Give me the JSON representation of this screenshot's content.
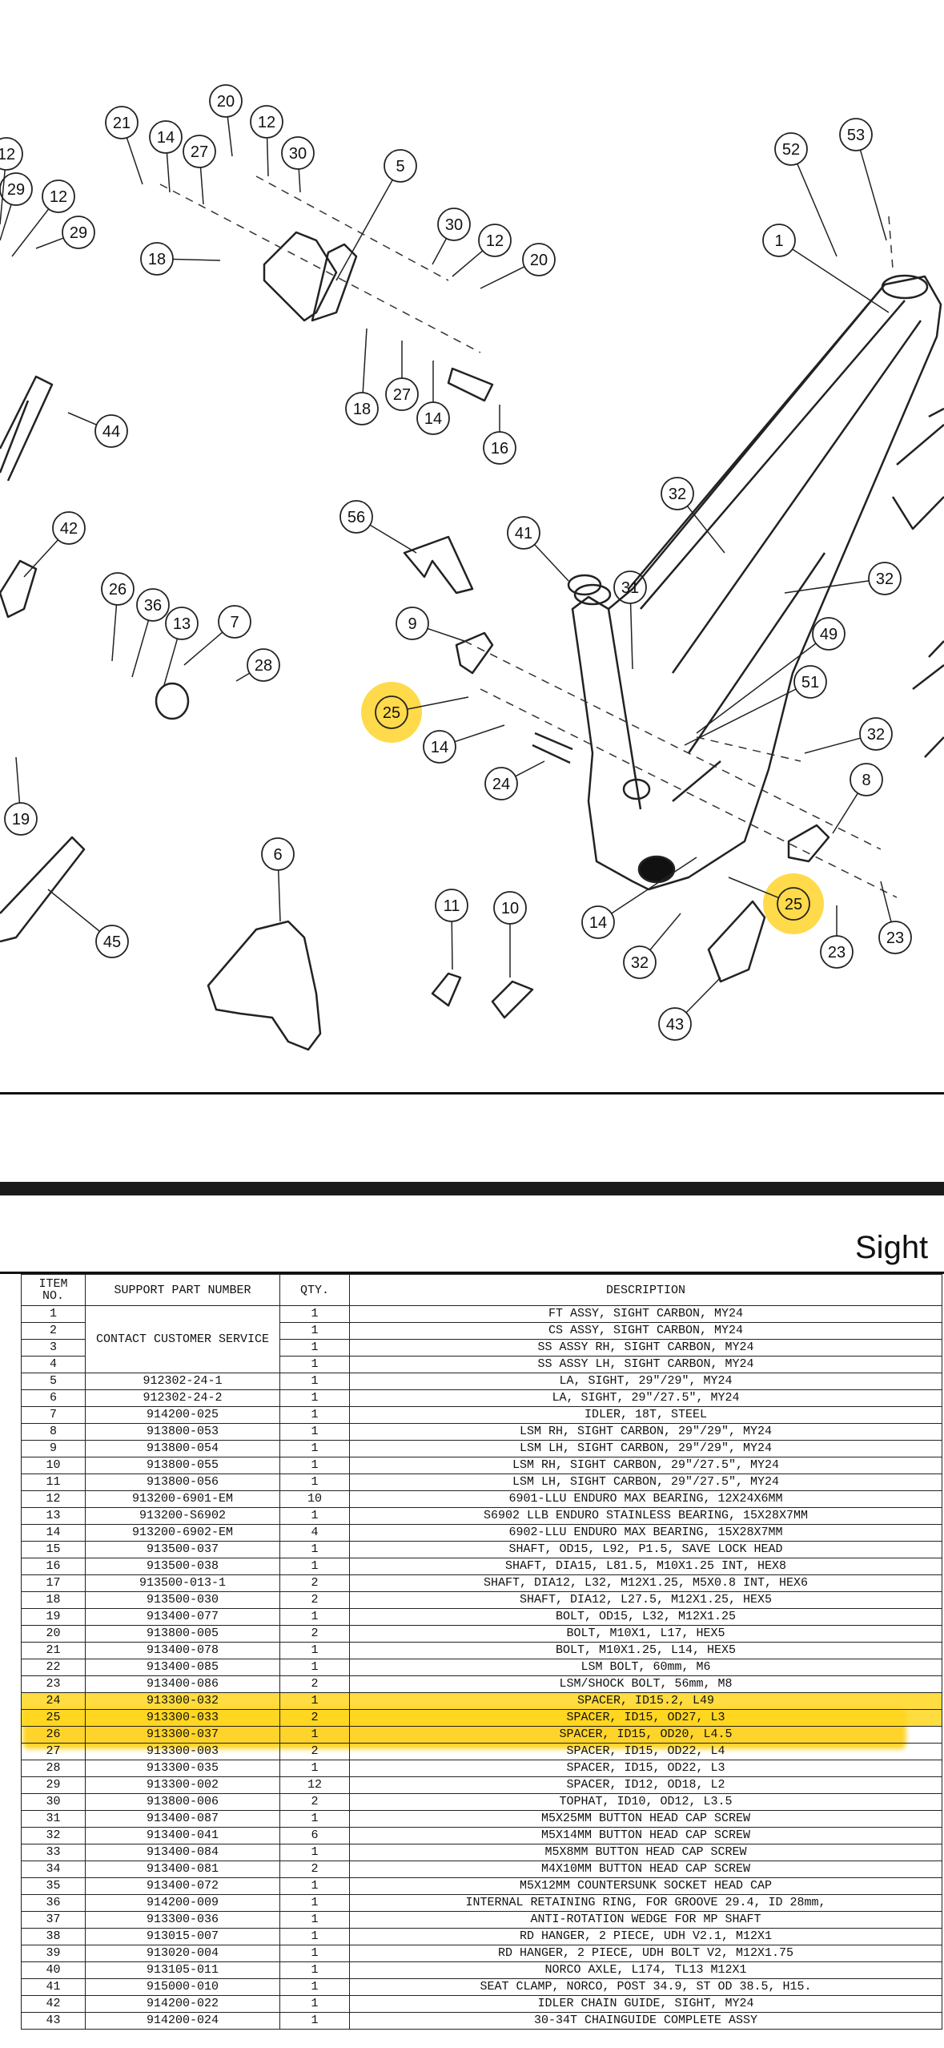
{
  "document": {
    "title": "Sight",
    "highlight_color": "#FFD42A"
  },
  "callouts": [
    "12",
    "21",
    "14",
    "27",
    "20",
    "12",
    "30",
    "5",
    "29",
    "12",
    "29",
    "30",
    "12",
    "20",
    "18",
    "18",
    "27",
    "14",
    "16",
    "44",
    "52",
    "53",
    "1",
    "42",
    "56",
    "41",
    "32",
    "32",
    "31",
    "26",
    "36",
    "13",
    "7",
    "28",
    "9",
    "49",
    "51",
    "25",
    "14",
    "24",
    "32",
    "8",
    "19",
    "6",
    "11",
    "10",
    "14",
    "25",
    "23",
    "23",
    "32",
    "45",
    "43"
  ],
  "table": {
    "headers": {
      "item": "ITEM NO.",
      "part": "SUPPORT PART NUMBER",
      "qty": "QTY.",
      "desc": "DESCRIPTION"
    },
    "merged_part_label": "CONTACT CUSTOMER SERVICE",
    "rows": [
      {
        "item": "1",
        "part": "",
        "qty": "1",
        "desc": "FT ASSY, SIGHT CARBON, MY24"
      },
      {
        "item": "2",
        "part": "",
        "qty": "1",
        "desc": "CS ASSY, SIGHT CARBON, MY24"
      },
      {
        "item": "3",
        "part": "",
        "qty": "1",
        "desc": "SS ASSY RH, SIGHT CARBON, MY24"
      },
      {
        "item": "4",
        "part": "",
        "qty": "1",
        "desc": "SS ASSY LH, SIGHT CARBON, MY24"
      },
      {
        "item": "5",
        "part": "912302-24-1",
        "qty": "1",
        "desc": "LA, SIGHT, 29\"/29\", MY24"
      },
      {
        "item": "6",
        "part": "912302-24-2",
        "qty": "1",
        "desc": "LA, SIGHT, 29\"/27.5\", MY24"
      },
      {
        "item": "7",
        "part": "914200-025",
        "qty": "1",
        "desc": "IDLER, 18T, STEEL"
      },
      {
        "item": "8",
        "part": "913800-053",
        "qty": "1",
        "desc": "LSM RH, SIGHT CARBON, 29\"/29\", MY24"
      },
      {
        "item": "9",
        "part": "913800-054",
        "qty": "1",
        "desc": "LSM LH, SIGHT CARBON, 29\"/29\", MY24"
      },
      {
        "item": "10",
        "part": "913800-055",
        "qty": "1",
        "desc": "LSM RH, SIGHT CARBON, 29\"/27.5\", MY24"
      },
      {
        "item": "11",
        "part": "913800-056",
        "qty": "1",
        "desc": "LSM LH, SIGHT CARBON, 29\"/27.5\", MY24"
      },
      {
        "item": "12",
        "part": "913200-6901-EM",
        "qty": "10",
        "desc": "6901-LLU ENDURO MAX BEARING, 12X24X6MM"
      },
      {
        "item": "13",
        "part": "913200-S6902",
        "qty": "1",
        "desc": "S6902 LLB ENDURO STAINLESS BEARING, 15X28X7MM"
      },
      {
        "item": "14",
        "part": "913200-6902-EM",
        "qty": "4",
        "desc": "6902-LLU ENDURO MAX BEARING, 15X28X7MM"
      },
      {
        "item": "15",
        "part": "913500-037",
        "qty": "1",
        "desc": "SHAFT, OD15, L92, P1.5, SAVE LOCK HEAD"
      },
      {
        "item": "16",
        "part": "913500-038",
        "qty": "1",
        "desc": "SHAFT, DIA15, L81.5, M10X1.25 INT, HEX8"
      },
      {
        "item": "17",
        "part": "913500-013-1",
        "qty": "2",
        "desc": "SHAFT, DIA12, L32, M12X1.25, M5X0.8 INT, HEX6"
      },
      {
        "item": "18",
        "part": "913500-030",
        "qty": "2",
        "desc": "SHAFT, DIA12, L27.5, M12X1.25, HEX5"
      },
      {
        "item": "19",
        "part": "913400-077",
        "qty": "1",
        "desc": "BOLT, OD15, L32, M12X1.25"
      },
      {
        "item": "20",
        "part": "913800-005",
        "qty": "2",
        "desc": "BOLT, M10X1, L17, HEX5"
      },
      {
        "item": "21",
        "part": "913400-078",
        "qty": "1",
        "desc": "BOLT, M10X1.25, L14, HEX5"
      },
      {
        "item": "22",
        "part": "913400-085",
        "qty": "1",
        "desc": "LSM BOLT, 60mm, M6"
      },
      {
        "item": "23",
        "part": "913400-086",
        "qty": "2",
        "desc": "LSM/SHOCK BOLT, 56mm, M8"
      },
      {
        "item": "24",
        "part": "913300-032",
        "qty": "1",
        "desc": "SPACER, ID15.2, L49",
        "highlighted": true
      },
      {
        "item": "25",
        "part": "913300-033",
        "qty": "2",
        "desc": "SPACER, ID15, OD27, L3",
        "highlighted": true
      },
      {
        "item": "26",
        "part": "913300-037",
        "qty": "1",
        "desc": "SPACER, ID15, OD20, L4.5"
      },
      {
        "item": "27",
        "part": "913300-003",
        "qty": "2",
        "desc": "SPACER, ID15, OD22, L4"
      },
      {
        "item": "28",
        "part": "913300-035",
        "qty": "1",
        "desc": "SPACER, ID15, OD22, L3"
      },
      {
        "item": "29",
        "part": "913300-002",
        "qty": "12",
        "desc": "SPACER, ID12, OD18, L2"
      },
      {
        "item": "30",
        "part": "913800-006",
        "qty": "2",
        "desc": "TOPHAT, ID10, OD12, L3.5"
      },
      {
        "item": "31",
        "part": "913400-087",
        "qty": "1",
        "desc": "M5X25MM BUTTON HEAD CAP SCREW"
      },
      {
        "item": "32",
        "part": "913400-041",
        "qty": "6",
        "desc": "M5X14MM BUTTON HEAD CAP SCREW"
      },
      {
        "item": "33",
        "part": "913400-084",
        "qty": "1",
        "desc": "M5X8MM BUTTON HEAD CAP SCREW"
      },
      {
        "item": "34",
        "part": "913400-081",
        "qty": "2",
        "desc": "M4X10MM BUTTON HEAD CAP SCREW"
      },
      {
        "item": "35",
        "part": "913400-072",
        "qty": "1",
        "desc": "M5X12MM COUNTERSUNK SOCKET HEAD CAP"
      },
      {
        "item": "36",
        "part": "914200-009",
        "qty": "1",
        "desc": "INTERNAL RETAINING RING, FOR GROOVE 29.4, ID 28mm,"
      },
      {
        "item": "37",
        "part": "913300-036",
        "qty": "1",
        "desc": "ANTI-ROTATION WEDGE FOR MP SHAFT"
      },
      {
        "item": "38",
        "part": "913015-007",
        "qty": "1",
        "desc": "RD HANGER, 2 PIECE, UDH V2.1, M12X1"
      },
      {
        "item": "39",
        "part": "913020-004",
        "qty": "1",
        "desc": "RD HANGER, 2 PIECE, UDH BOLT V2, M12X1.75"
      },
      {
        "item": "40",
        "part": "913105-011",
        "qty": "1",
        "desc": "NORCO AXLE, L174, TL13 M12X1"
      },
      {
        "item": "41",
        "part": "915000-010",
        "qty": "1",
        "desc": "SEAT CLAMP, NORCO, POST 34.9, ST OD 38.5, H15."
      },
      {
        "item": "42",
        "part": "914200-022",
        "qty": "1",
        "desc": "IDLER CHAIN GUIDE, SIGHT, MY24"
      },
      {
        "item": "43",
        "part": "914200-024",
        "qty": "1",
        "desc": "30-34T CHAINGUIDE COMPLETE ASSY"
      }
    ]
  }
}
